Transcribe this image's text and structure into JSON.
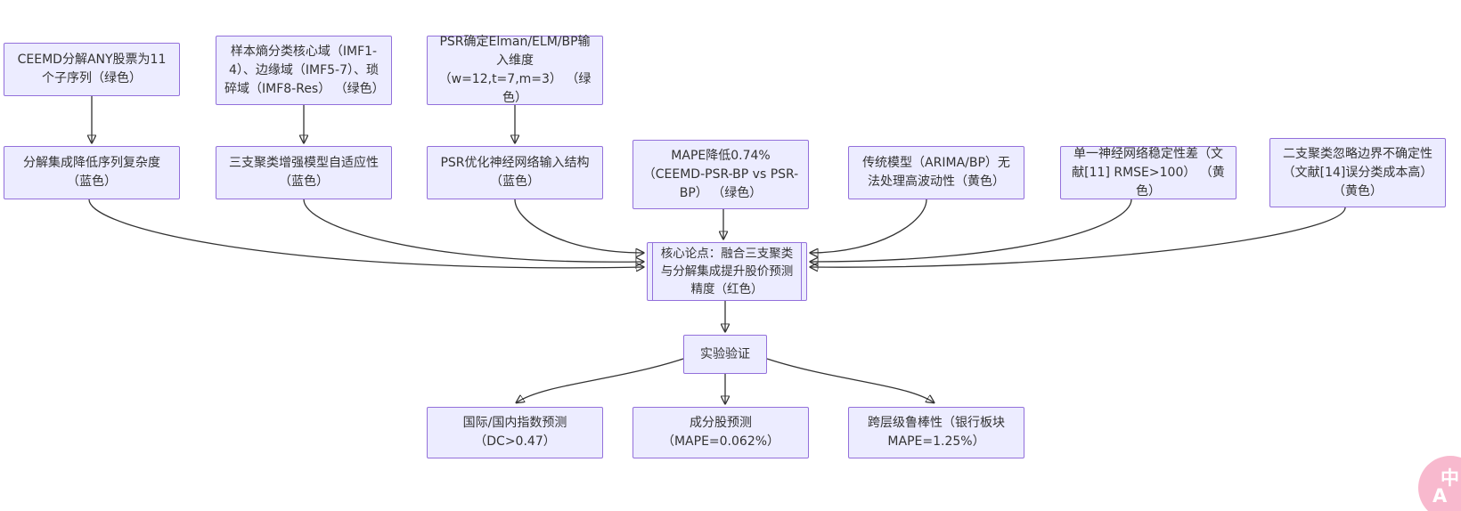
{
  "diagram": {
    "type": "flowchart",
    "colors": {
      "node_fill": "#ECECFF",
      "node_border": "#9370DB",
      "edge": "#333333",
      "text": "#333333",
      "badge_pink": "#f8b9ce",
      "background": "#ffffff"
    },
    "nodes": [
      {
        "id": "A",
        "label": "CEEMD分解ANY股票为11个子序列（绿色）"
      },
      {
        "id": "B",
        "label": "样本熵分类核心域（IMF1-4）、边缘域（IMF5-7）、琐碎域（IMF8-Res） （绿色）"
      },
      {
        "id": "C",
        "label": "PSR确定Elman/ELM/BP输入维度（w=12,t=7,m=3） （绿色）"
      },
      {
        "id": "D",
        "label": "分解集成降低序列复杂度（蓝色）"
      },
      {
        "id": "E",
        "label": "三支聚类增强模型自适应性（蓝色）"
      },
      {
        "id": "F",
        "label": "PSR优化神经网络输入结构（蓝色）"
      },
      {
        "id": "G",
        "label": "MAPE降低0.74%（CEEMD-PSR-BP vs PSR-BP） （绿色）"
      },
      {
        "id": "H",
        "label": "传统模型（ARIMA/BP）无法处理高波动性（黄色）"
      },
      {
        "id": "I",
        "label": "单一神经网络稳定性差（文献[11] RMSE>100） （黄色）"
      },
      {
        "id": "J",
        "label": "二支聚类忽略边界不确定性（文献[14]误分类成本高）（黄色）"
      },
      {
        "id": "K",
        "label": "核心论点：融合三支聚类与分解集成提升股价预测精度（红色）"
      },
      {
        "id": "L",
        "label": "实验验证"
      },
      {
        "id": "M",
        "label": "国际/国内指数预测（DC>0.47）"
      },
      {
        "id": "N",
        "label": "成分股预测（MAPE=0.062%）"
      },
      {
        "id": "O",
        "label": "跨层级鲁棒性（银行板块 MAPE=1.25%）"
      }
    ],
    "edges": [
      {
        "from": "A",
        "to": "D"
      },
      {
        "from": "B",
        "to": "E"
      },
      {
        "from": "C",
        "to": "F"
      },
      {
        "from": "D",
        "to": "K"
      },
      {
        "from": "E",
        "to": "K"
      },
      {
        "from": "F",
        "to": "K"
      },
      {
        "from": "G",
        "to": "K"
      },
      {
        "from": "H",
        "to": "K"
      },
      {
        "from": "I",
        "to": "K"
      },
      {
        "from": "J",
        "to": "K"
      },
      {
        "from": "K",
        "to": "L"
      },
      {
        "from": "L",
        "to": "M"
      },
      {
        "from": "L",
        "to": "N"
      },
      {
        "from": "L",
        "to": "O"
      }
    ],
    "badge": {
      "glyph_top": "中",
      "glyph_bottom": "A"
    }
  }
}
